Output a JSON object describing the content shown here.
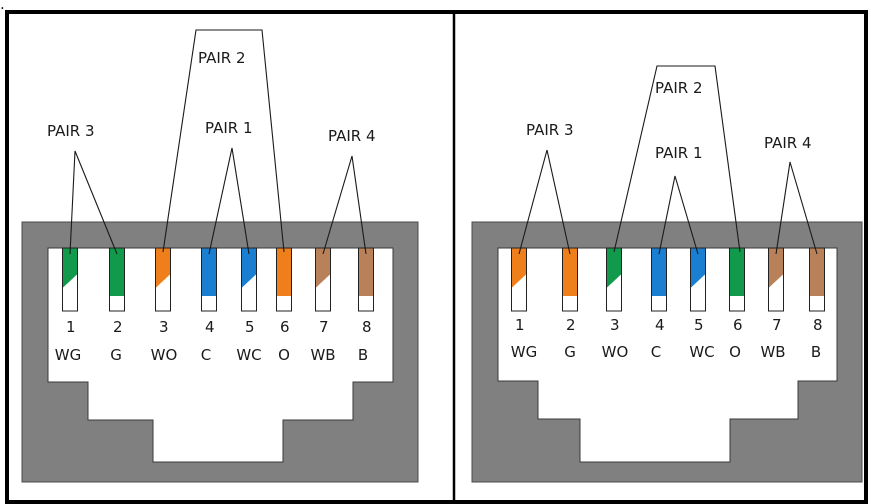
{
  "page": {
    "partial_label": "."
  },
  "colors": {
    "frame": "#000000",
    "housing": "#808080",
    "cavity": "#ffffff",
    "green": "#119a4c",
    "orange": "#ef7f1a",
    "blue": "#1a7fd0",
    "brown": "#b9815a",
    "white": "#ffffff"
  },
  "connectors": [
    {
      "name": "left",
      "pins": [
        {
          "num": "1",
          "code": "WG",
          "color": "green",
          "striped": true
        },
        {
          "num": "2",
          "code": "G",
          "color": "green",
          "striped": false
        },
        {
          "num": "3",
          "code": "WO",
          "color": "orange",
          "striped": true
        },
        {
          "num": "4",
          "code": "C",
          "color": "blue",
          "striped": false
        },
        {
          "num": "5",
          "code": "WC",
          "color": "blue",
          "striped": true
        },
        {
          "num": "6",
          "code": "O",
          "color": "orange",
          "striped": false
        },
        {
          "num": "7",
          "code": "WB",
          "color": "brown",
          "striped": true
        },
        {
          "num": "8",
          "code": "B",
          "color": "brown",
          "striped": false
        }
      ],
      "pairs": [
        {
          "label": "PAIR 3",
          "pins": [
            1,
            2
          ]
        },
        {
          "label": "PAIR 2",
          "pins": [
            3,
            6
          ]
        },
        {
          "label": "PAIR 1",
          "pins": [
            4,
            5
          ]
        },
        {
          "label": "PAIR 4",
          "pins": [
            7,
            8
          ]
        }
      ]
    },
    {
      "name": "right",
      "pins": [
        {
          "num": "1",
          "code": "WG",
          "color": "orange",
          "striped": true
        },
        {
          "num": "2",
          "code": "G",
          "color": "orange",
          "striped": false
        },
        {
          "num": "3",
          "code": "WO",
          "color": "green",
          "striped": true
        },
        {
          "num": "4",
          "code": "C",
          "color": "blue",
          "striped": false
        },
        {
          "num": "5",
          "code": "WC",
          "color": "blue",
          "striped": true
        },
        {
          "num": "6",
          "code": "O",
          "color": "green",
          "striped": false
        },
        {
          "num": "7",
          "code": "WB",
          "color": "brown",
          "striped": true
        },
        {
          "num": "8",
          "code": "B",
          "color": "brown",
          "striped": false
        }
      ],
      "pairs": [
        {
          "label": "PAIR 3",
          "pins": [
            1,
            2
          ]
        },
        {
          "label": "PAIR 2",
          "pins": [
            3,
            6
          ]
        },
        {
          "label": "PAIR 1",
          "pins": [
            4,
            5
          ]
        },
        {
          "label": "PAIR 4",
          "pins": [
            7,
            8
          ]
        }
      ]
    }
  ]
}
